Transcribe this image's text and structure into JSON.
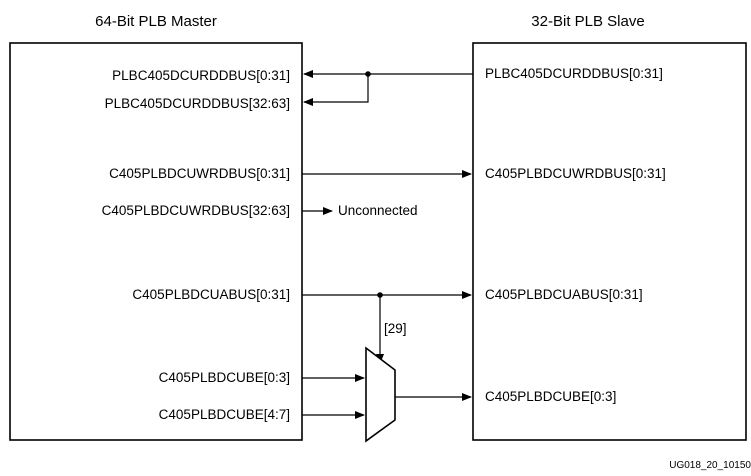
{
  "master": {
    "title": "64-Bit PLB Master",
    "signals": {
      "rd_lo": "PLBC405DCURDDBUS[0:31]",
      "rd_hi": "PLBC405DCURDDBUS[32:63]",
      "wr_lo": "C405PLBDCUWRDBUS[0:31]",
      "wr_hi": "C405PLBDCUWRDBUS[32:63]",
      "abus": "C405PLBDCUABUS[0:31]",
      "be_lo": "C405PLBDCUBE[0:3]",
      "be_hi": "C405PLBDCUBE[4:7]"
    }
  },
  "slave": {
    "title": "32-Bit PLB Slave",
    "signals": {
      "rd": "PLBC405DCURDDBUS[0:31]",
      "wr": "C405PLBDCUWRDBUS[0:31]",
      "abus": "C405PLBDCUABUS[0:31]",
      "be": "C405PLBDCUBE[0:3]"
    }
  },
  "unconnected_label": "Unconnected",
  "mux_select_label": "[29]",
  "figure_id": "UG018_20_10150"
}
